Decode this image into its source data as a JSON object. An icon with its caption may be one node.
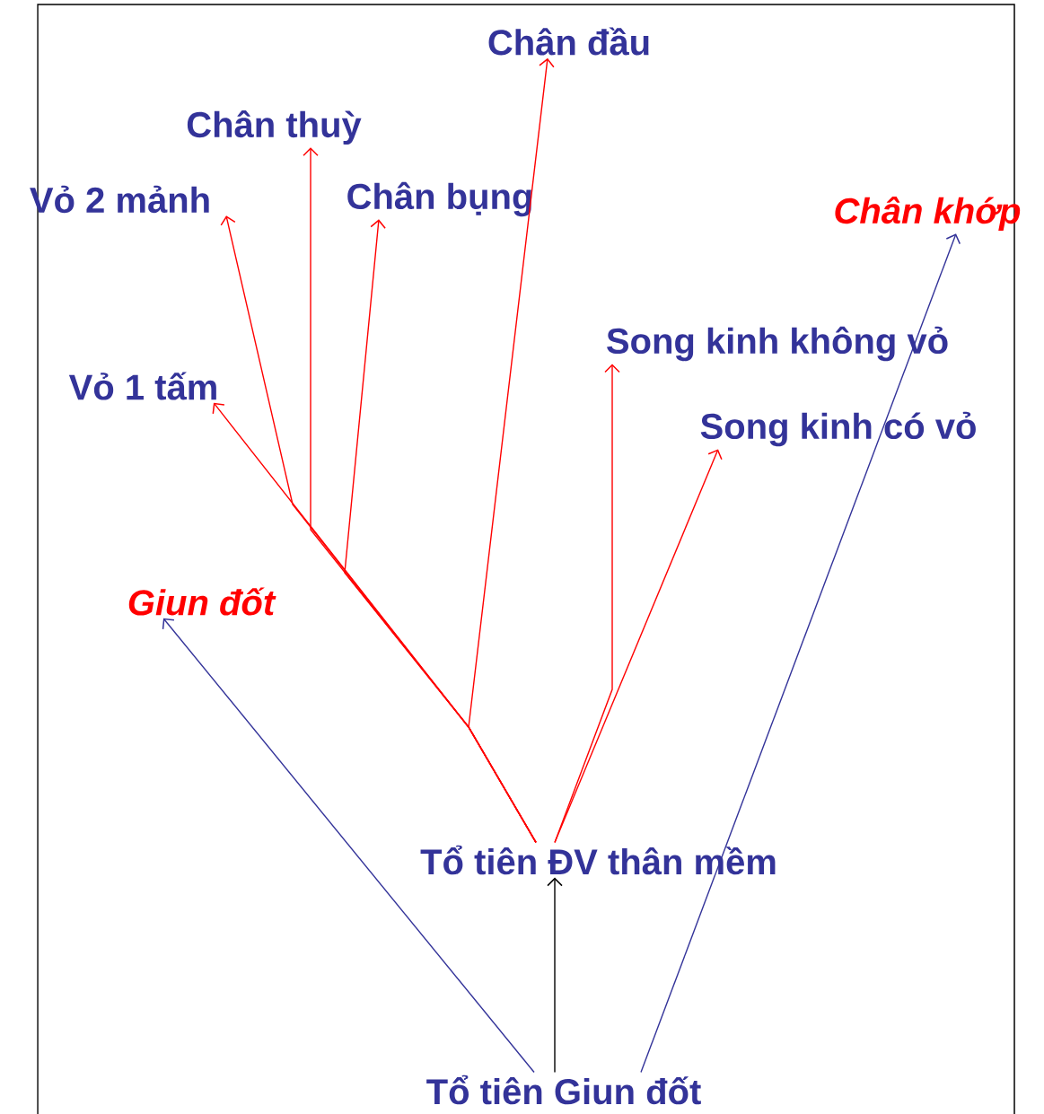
{
  "diagram": {
    "nodes": [
      {
        "text": [
          "Tổ tiên Giun đốt"
        ]
      },
      {
        "text": [
          "Tổ tiên ĐV thân mềm"
        ]
      },
      {
        "text": [
          "Giun đốt"
        ]
      },
      {
        "text": [
          "Chân khớp"
        ]
      },
      {
        "text": [
          "Vỏ 1 tấm"
        ]
      },
      {
        "text": [
          "Vỏ 2 mảnh"
        ]
      },
      {
        "text": [
          "Chân thuỳ"
        ]
      },
      {
        "text": [
          "Chân bụng"
        ]
      },
      {
        "text": [
          "Chân đầu"
        ]
      },
      {
        "text": [
          "Song kinh không vỏ"
        ]
      },
      {
        "text": [
          "Song kinh có vỏ"
        ]
      }
    ],
    "edges": [
      {
        "from": 0,
        "to": 1,
        "arrow": "to",
        "color": "#000000"
      },
      {
        "from": 0,
        "to": 2,
        "arrow": "to",
        "color": "#333399"
      },
      {
        "from": 0,
        "to": 3,
        "arrow": "to",
        "color": "#333399"
      },
      {
        "from": 1,
        "to": 4,
        "arrow": "to"
      },
      {
        "from": 1,
        "to": 5,
        "arrow": "to"
      },
      {
        "from": 1,
        "to": 6,
        "arrow": "to"
      },
      {
        "from": 1,
        "to": 7,
        "arrow": "to"
      },
      {
        "from": 1,
        "to": 8,
        "arrow": "to"
      },
      {
        "from": 1,
        "to": 9,
        "arrow": "to"
      },
      {
        "from": 1,
        "to": 10,
        "arrow": "to"
      }
    ]
  }
}
